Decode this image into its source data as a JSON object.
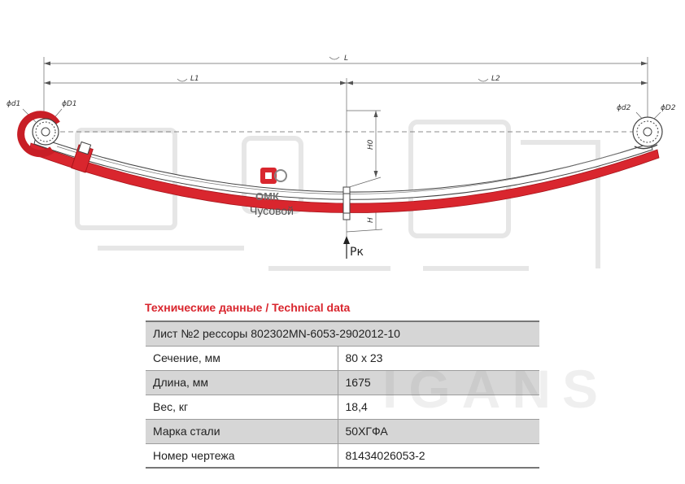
{
  "diagram": {
    "dim_labels": {
      "total_length": "L",
      "left_length": "L1",
      "right_length": "L2",
      "left_eye_inner": "ϕd1",
      "left_eye_outer": "ϕD1",
      "right_eye_inner": "ϕd2",
      "right_eye_outer": "ϕD2",
      "arc_height": "H0",
      "center_height": "H",
      "load": "Pк"
    },
    "logo": {
      "brand": "ОМК",
      "sub": "Чусовой"
    },
    "colors": {
      "leaf_red": "#d9262e",
      "leaf_dark_red": "#a8141b",
      "eye_red": "#c81e26",
      "line_gray": "#555555"
    },
    "watermark": "IGANS"
  },
  "table": {
    "title": "Технические данные / Technical data",
    "header": "Лист №2 рессоры 802302MN-6053-2902012-10",
    "rows": [
      {
        "label": "Сечение, мм",
        "value": "80 x 23"
      },
      {
        "label": "Длина, мм",
        "value": "1675"
      },
      {
        "label": "Вес, кг",
        "value": "18,4"
      },
      {
        "label": "Марка стали",
        "value": "50ХГФА"
      },
      {
        "label": "Номер чертежа",
        "value": "81434026053-2"
      }
    ]
  }
}
